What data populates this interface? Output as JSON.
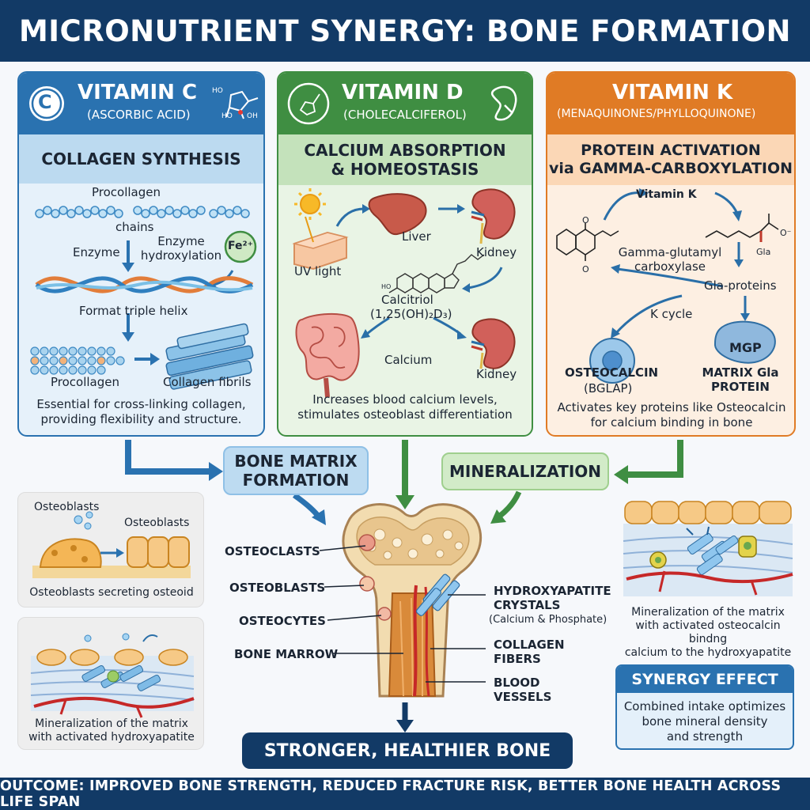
{
  "header": {
    "title": "MICRONUTRIENT SYNERGY: BONE FORMATION"
  },
  "vitamin_c": {
    "icon_letter": "C",
    "title": "VITAMIN C",
    "subtitle": "(ASCORBIC ACID)",
    "formula_labels": [
      "HO",
      "HO",
      "OH"
    ],
    "section": "COLLAGEN SYNTHESIS",
    "labels": {
      "procollagen_top": "Procollagen",
      "chains": "chains",
      "enzyme": "Enzyme",
      "enzyme_hydroxylation": "Enzyme\nhydroxylation",
      "fe": "Fe²⁺",
      "format_triple_helix": "Format  triple helix",
      "procollagen_bottom": "Procollagen",
      "collagen_fibrils": "Collagen fibrils"
    },
    "caption": "Essential for cross-linking collagen, providing flexibility and structure."
  },
  "vitamin_d": {
    "title": "VITAMIN D",
    "subtitle": "(CHOLECALCIFEROL)",
    "section": "CALCIUM ABSORPTION\n& HOMEOSTASIS",
    "labels": {
      "liver": "Liver",
      "kidney_top": "Kidney",
      "uv_light": "UV light",
      "formula_ho": "HO",
      "calcitriol": "Calcitriol",
      "calcitriol_formula": "(1,25(OH)₂D₃)",
      "calcium": "Calcium",
      "kidney_bottom": "Kidney"
    },
    "caption": "Increases blood calcium levels, stimulates osteoblast differentiation"
  },
  "vitamin_k": {
    "title": "VITAMIN K",
    "subtitle": "(MENAQUINONES/PHYLLOQUINONE)",
    "section": "PROTEIN ACTIVATION\nvia GAMMA-CARBOXYLATION",
    "labels": {
      "vitamin_k": "Vitamin K",
      "gla": "Gla",
      "o_minus": "O⁻",
      "o_top": "O",
      "o_bottom": "O",
      "enzyme": "Gamma-glutamyl\ncarboxylase",
      "gla_proteins": "Gla-proteins",
      "k_cycle": "K cycle",
      "mgp": "MGP",
      "osteocalcin": "OSTEOCALCIN",
      "bglap": "(BGLAP)",
      "matrix_gla": "MATRIX Gla\nPROTEIN"
    },
    "caption": "Activates key proteins like Osteocalcin for calcium binding in bone"
  },
  "flow": {
    "bone_matrix": "BONE MATRIX\nFORMATION",
    "mineralization": "MINERALIZATION"
  },
  "left_boxes": {
    "osteoblasts_a": "Osteoblasts",
    "osteoblasts_b": "Osteoblasts",
    "top_caption": "Osteoblasts secreting osteoid",
    "bottom_caption": "Mineralization of the matrix\nwith activated hydroxyapatite"
  },
  "bone_labels": {
    "osteoclasts": "OSTEOCLASTS",
    "osteoblasts": "OSTEOBLASTS",
    "osteocytes": "OSTEOCYTES",
    "bone_marrow": "BONE MARROW",
    "hydroxyapatite": "HYDROXYAPATITE\nCRYSTALS",
    "hydroxyapatite_sub": "(Calcium & Phosphate)",
    "collagen_fibers": "COLLAGEN\nFIBERS",
    "blood_vessels": "BLOOD\nVESSELS"
  },
  "right_boxes": {
    "caption": "Mineralization of the matrix\nwith activated osteocalcin bindng\ncalcium to the hydroxyapatite",
    "synergy_title": "SYNERGY EFFECT",
    "synergy_text": "Combined intake optimizes\nbone mineral density\nand strength"
  },
  "result": "STRONGER, HEALTHIER BONE",
  "footer": {
    "outcome": "OUTCOME: IMPROVED BONE STRENGTH, REDUCED FRACTURE RISK, BETTER BONE HEALTH ACROSS LIFE SPAN"
  },
  "colors": {
    "navy": "#123a66",
    "vitamin_c": "#2a72b0",
    "vitamin_d": "#3f8e42",
    "vitamin_k": "#e07b25"
  },
  "icons": [
    "vitamin-c-icon",
    "ascorbic-acid-molecule-icon",
    "cholecalciferol-molecule-icon",
    "kidney-icon",
    "sun-icon",
    "liver-icon",
    "intestine-icon",
    "naphthoquinone-icon",
    "cell-icon",
    "bone-icon"
  ]
}
